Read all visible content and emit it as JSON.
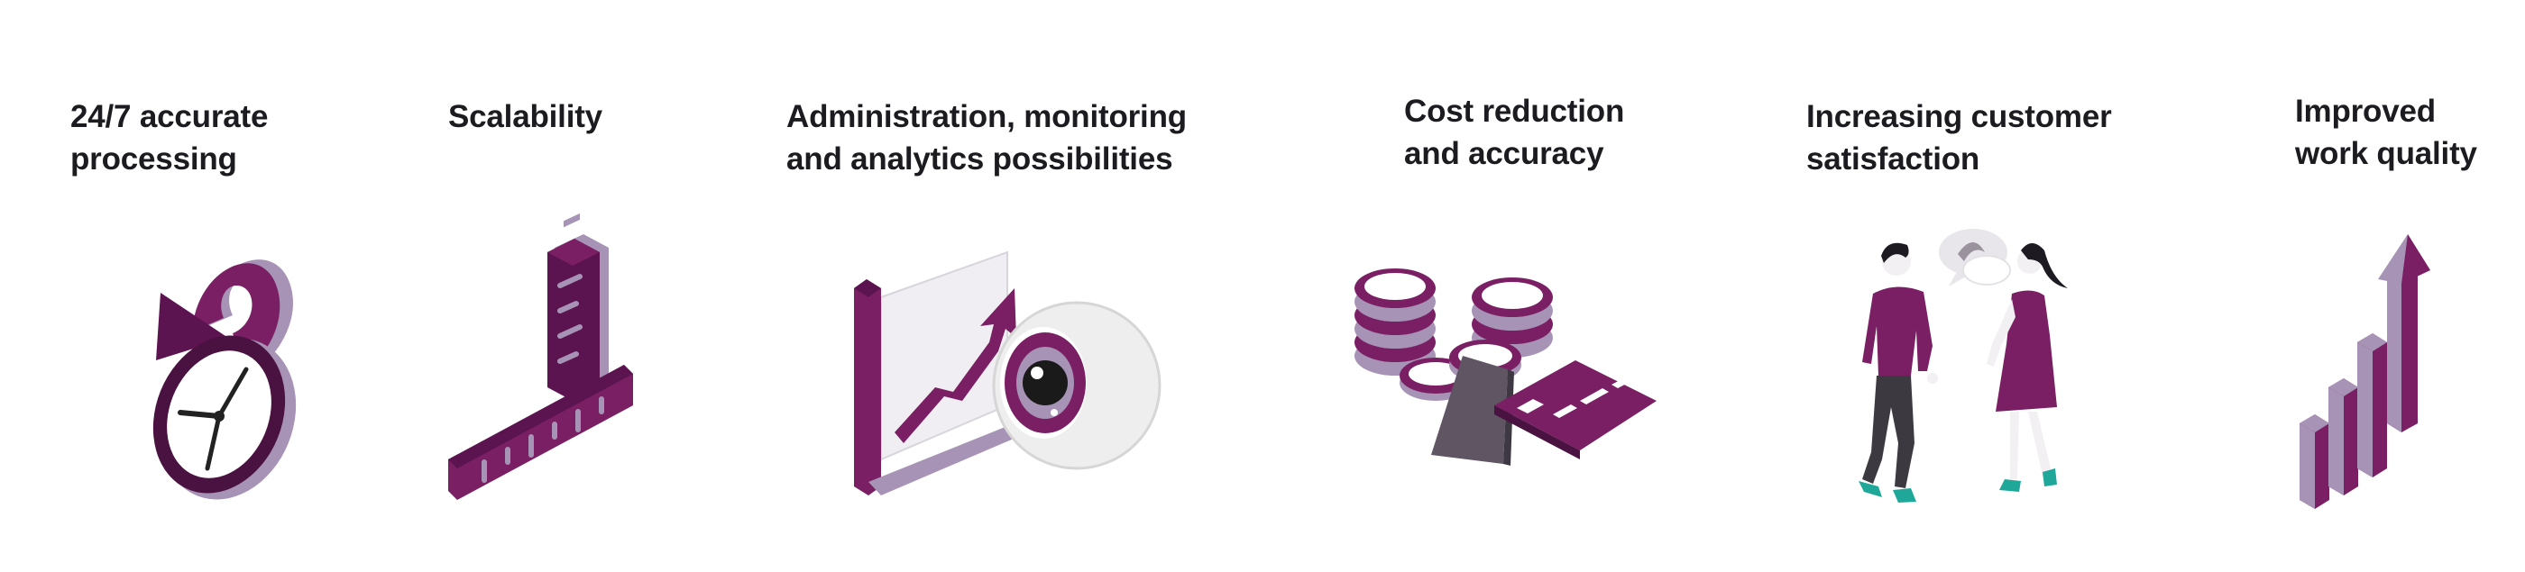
{
  "features": [
    {
      "title": "24/7 accurate\nprocessing",
      "icon": "clock-refresh-icon"
    },
    {
      "title": "Scalability",
      "icon": "ruler-icon"
    },
    {
      "title": "Administration, monitoring\nand analytics possibilities",
      "icon": "chart-eye-icon"
    },
    {
      "title": "Cost reduction\nand accuracy",
      "icon": "coins-cards-icon"
    },
    {
      "title": "Increasing customer\nsatisfaction",
      "icon": "people-conversation-icon"
    },
    {
      "title": "Improved\nwork quality",
      "icon": "growth-bars-icon"
    }
  ],
  "colors": {
    "primary": "#7a1f64",
    "dark": "#4a1240",
    "light": "#a793b5",
    "gray": "#5f5563",
    "accent": "#1fa89a",
    "text": "#1c1b20"
  }
}
